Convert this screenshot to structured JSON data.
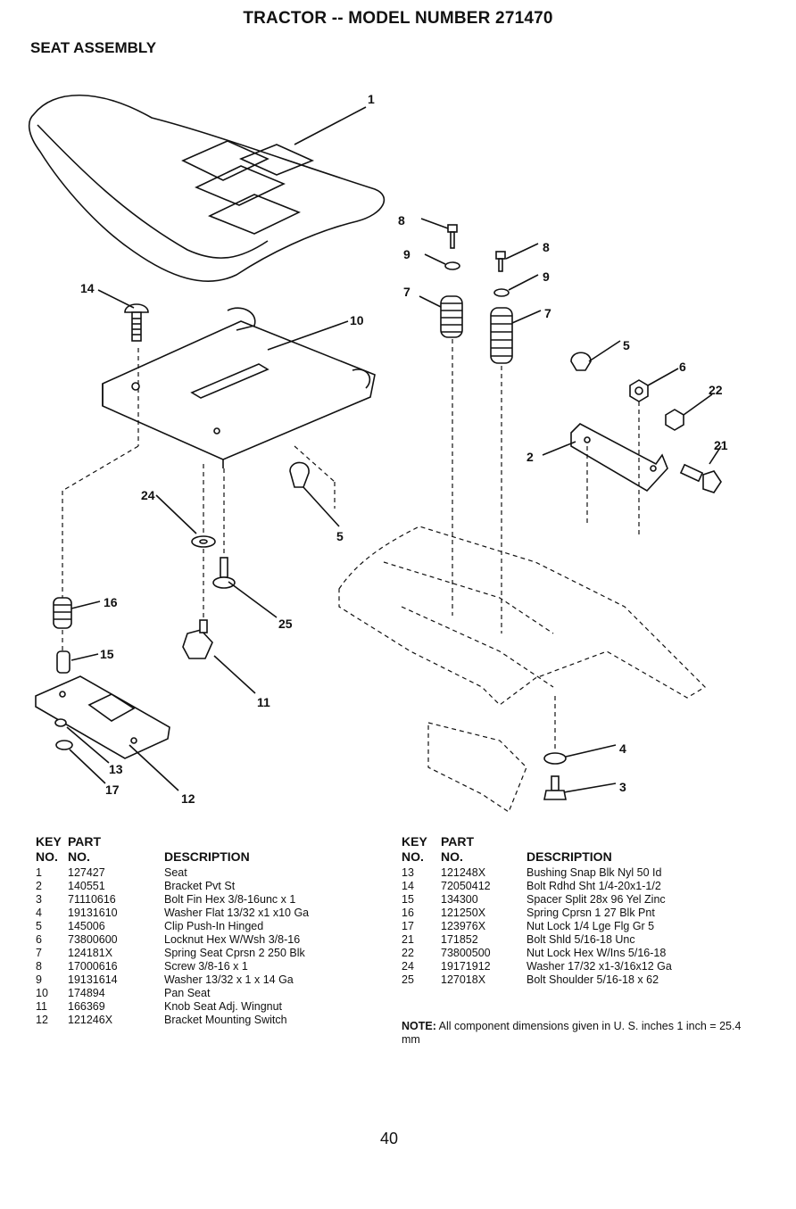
{
  "header": {
    "title": "TRACTOR -- MODEL NUMBER 271470",
    "section": "SEAT ASSEMBLY"
  },
  "diagram": {
    "callouts": [
      "1",
      "2",
      "3",
      "4",
      "5",
      "5",
      "6",
      "7",
      "7",
      "8",
      "8",
      "9",
      "9",
      "10",
      "11",
      "12",
      "13",
      "14",
      "15",
      "16",
      "17",
      "21",
      "22",
      "24",
      "25"
    ]
  },
  "table_headers": {
    "key_line1": "KEY",
    "key_line2": "NO.",
    "part_line1": "PART",
    "part_line2": "NO.",
    "description": "DESCRIPTION"
  },
  "parts_left": [
    {
      "key": "1",
      "part": "127427",
      "desc": "Seat"
    },
    {
      "key": "2",
      "part": "140551",
      "desc": "Bracket Pvt St"
    },
    {
      "key": "3",
      "part": "71110616",
      "desc": "Bolt Fin Hex 3/8-16unc x 1"
    },
    {
      "key": "4",
      "part": "19131610",
      "desc": "Washer Flat 13/32 x1 x10 Ga"
    },
    {
      "key": "5",
      "part": "145006",
      "desc": "Clip Push-In Hinged"
    },
    {
      "key": "6",
      "part": "73800600",
      "desc": "Locknut Hex W/Wsh  3/8-16"
    },
    {
      "key": "7",
      "part": "124181X",
      "desc": "Spring Seat Cprsn 2 250 Blk"
    },
    {
      "key": "8",
      "part": "17000616",
      "desc": "Screw 3/8-16 x 1"
    },
    {
      "key": "9",
      "part": "19131614",
      "desc": "Washer 13/32 x 1 x 14 Ga"
    },
    {
      "key": "10",
      "part": "174894",
      "desc": "Pan Seat"
    },
    {
      "key": "11",
      "part": "166369",
      "desc": "Knob Seat  Adj. Wingnut"
    },
    {
      "key": "12",
      "part": "121246X",
      "desc": "Bracket Mounting Switch"
    }
  ],
  "parts_right": [
    {
      "key": "13",
      "part": "121248X",
      "desc": "Bushing Snap Blk Nyl 50 Id"
    },
    {
      "key": "14",
      "part": "72050412",
      "desc": "Bolt Rdhd Sht 1/4-20x1-1/2"
    },
    {
      "key": "15",
      "part": "134300",
      "desc": "Spacer Split 28x 96 Yel Zinc"
    },
    {
      "key": "16",
      "part": "121250X",
      "desc": "Spring Cprsn 1 27 Blk Pnt"
    },
    {
      "key": "17",
      "part": "123976X",
      "desc": "Nut Lock 1/4 Lge Flg Gr 5"
    },
    {
      "key": "21",
      "part": "171852",
      "desc": "Bolt Shld 5/16-18 Unc"
    },
    {
      "key": "22",
      "part": "73800500",
      "desc": "Nut  Lock Hex W/Ins  5/16-18"
    },
    {
      "key": "24",
      "part": "19171912",
      "desc": "Washer 17/32 x1-3/16x12 Ga"
    },
    {
      "key": "25",
      "part": "127018X",
      "desc": "Bolt Shoulder 5/16-18 x 62"
    }
  ],
  "note": {
    "label": "NOTE:",
    "text": " All component dimensions given in U. S. inches 1 inch = 25.4 mm"
  },
  "page_number": "40"
}
